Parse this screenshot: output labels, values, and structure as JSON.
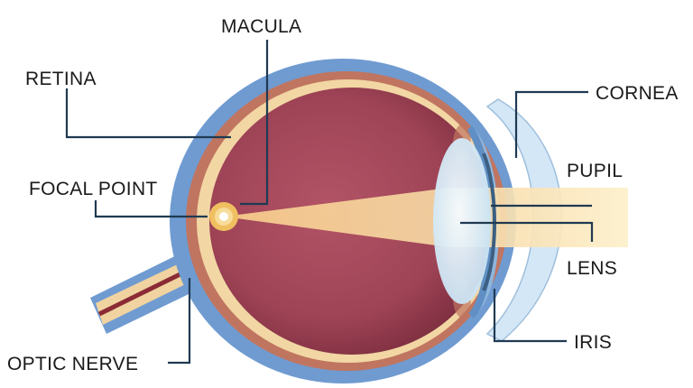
{
  "diagram": {
    "labels": {
      "macula": "MACULA",
      "retina": "RETINA",
      "cornea": "CORNEA",
      "pupil": "PUPIL",
      "focal_point": "FOCAL POINT",
      "lens": "LENS",
      "iris": "IRIS",
      "optic_nerve": "OPTIC NERVE"
    },
    "colors": {
      "sclera": "#6f9bd1",
      "choroid": "#c07560",
      "retina": "#f2d6a4",
      "vitreous": "#a84a5c",
      "light_beam": "#fbe7b4",
      "lens": "#dceef8",
      "cornea": "#bfd9ef",
      "leader_lines": "#1f3a52"
    }
  }
}
